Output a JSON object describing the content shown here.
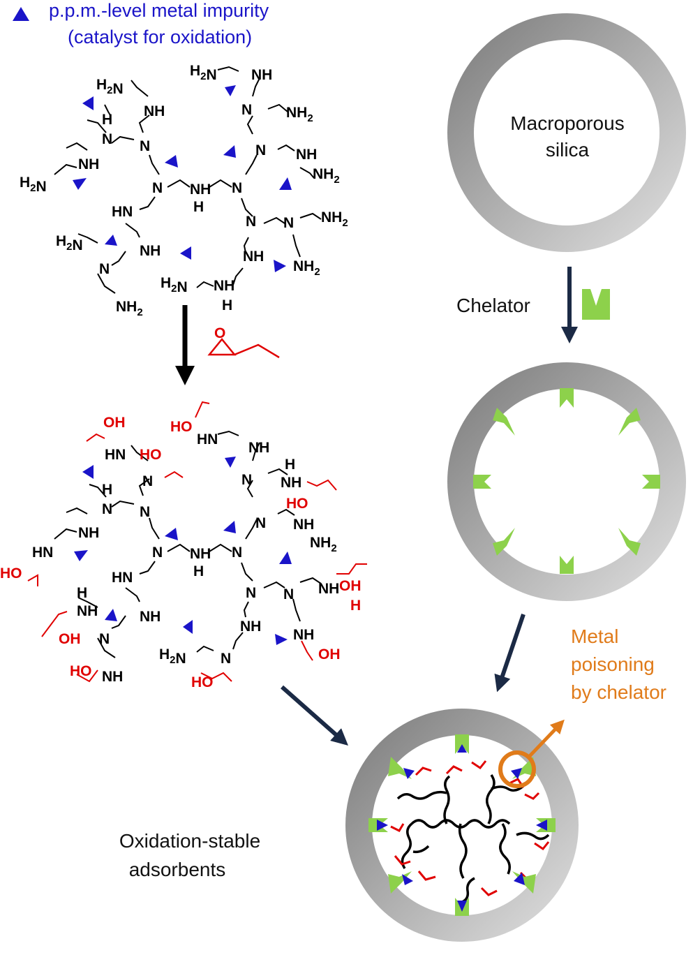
{
  "legend": {
    "line1": "p.p.m.-level metal impurity",
    "line2": "(catalyst for oxidation)"
  },
  "labels": {
    "macroporous_line1": "Macroporous",
    "macroporous_line2": "silica",
    "chelator": "Chelator",
    "metal_poisoning_line1": "Metal",
    "metal_poisoning_line2": "poisoning",
    "metal_poisoning_line3": "by chelator",
    "oxidation_stable_line1": "Oxidation-stable",
    "oxidation_stable_line2": "adsorbents"
  },
  "top_molecule": {
    "groups": [
      "H2N",
      "NH",
      "N",
      "NH",
      "H2N",
      "NH",
      "NH2",
      "N",
      "NH",
      "NH2",
      "N",
      "NH",
      "H",
      "N",
      "HN",
      "NH",
      "N",
      "NH2",
      "H2N",
      "NH",
      "N",
      "NH2",
      "NH",
      "NH2",
      "H2N",
      "NH",
      "N",
      "H"
    ]
  },
  "bottom_molecule": {
    "black_groups": [
      "HN",
      "N",
      "NH",
      "NH",
      "N",
      "HN",
      "NH",
      "N",
      "NH",
      "NH2",
      "N",
      "NH",
      "H",
      "N",
      "HN",
      "NH",
      "N",
      "NH",
      "H2N",
      "NH",
      "N",
      "NH"
    ],
    "red_groups": [
      "OH",
      "HO",
      "HO",
      "HO",
      "HO",
      "OH",
      "OH",
      "HO",
      "HO",
      "OH",
      "H"
    ]
  },
  "colors": {
    "metal": "#1a14c8",
    "chelator": "#8dd14b",
    "hydroxy": "#e00000",
    "ring_dark": "#8a8a8a",
    "ring_light": "#d6d6d6",
    "arrow_navy": "#1b2a45",
    "poisoning": "#e07b1a",
    "legend_text": "#1a14c8"
  }
}
